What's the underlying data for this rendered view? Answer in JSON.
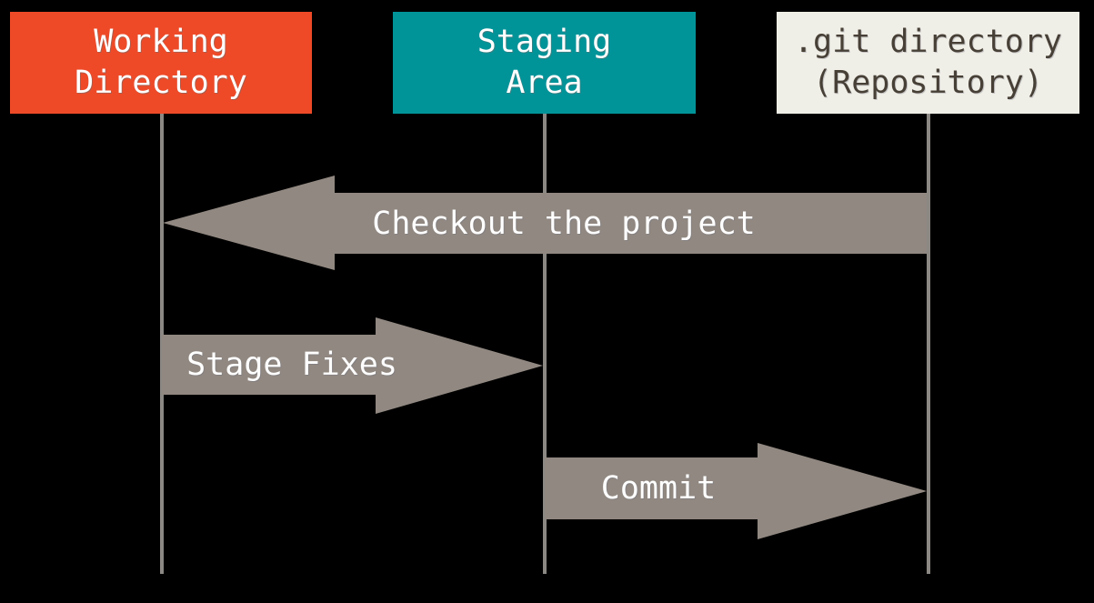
{
  "colors": {
    "background": "#000000",
    "arrow": "#918881",
    "lifeline": "#8b8884",
    "box-working-bg": "#ee4a28",
    "box-staging-bg": "#009499",
    "box-git-bg": "#f0efe7",
    "box-light-text": "#ffffff",
    "box-dark-text": "#474037"
  },
  "columns": [
    {
      "id": "working-directory",
      "label": "Working\nDirectory"
    },
    {
      "id": "staging-area",
      "label": "Staging\nArea"
    },
    {
      "id": "git-directory",
      "label": ".git directory\n(Repository)"
    }
  ],
  "arrows": [
    {
      "label": "Checkout the project",
      "from": "git-directory",
      "to": "working-directory",
      "direction": "left"
    },
    {
      "label": "Stage Fixes",
      "from": "working-directory",
      "to": "staging-area",
      "direction": "right"
    },
    {
      "label": "Commit",
      "from": "staging-area",
      "to": "git-directory",
      "direction": "right"
    }
  ]
}
